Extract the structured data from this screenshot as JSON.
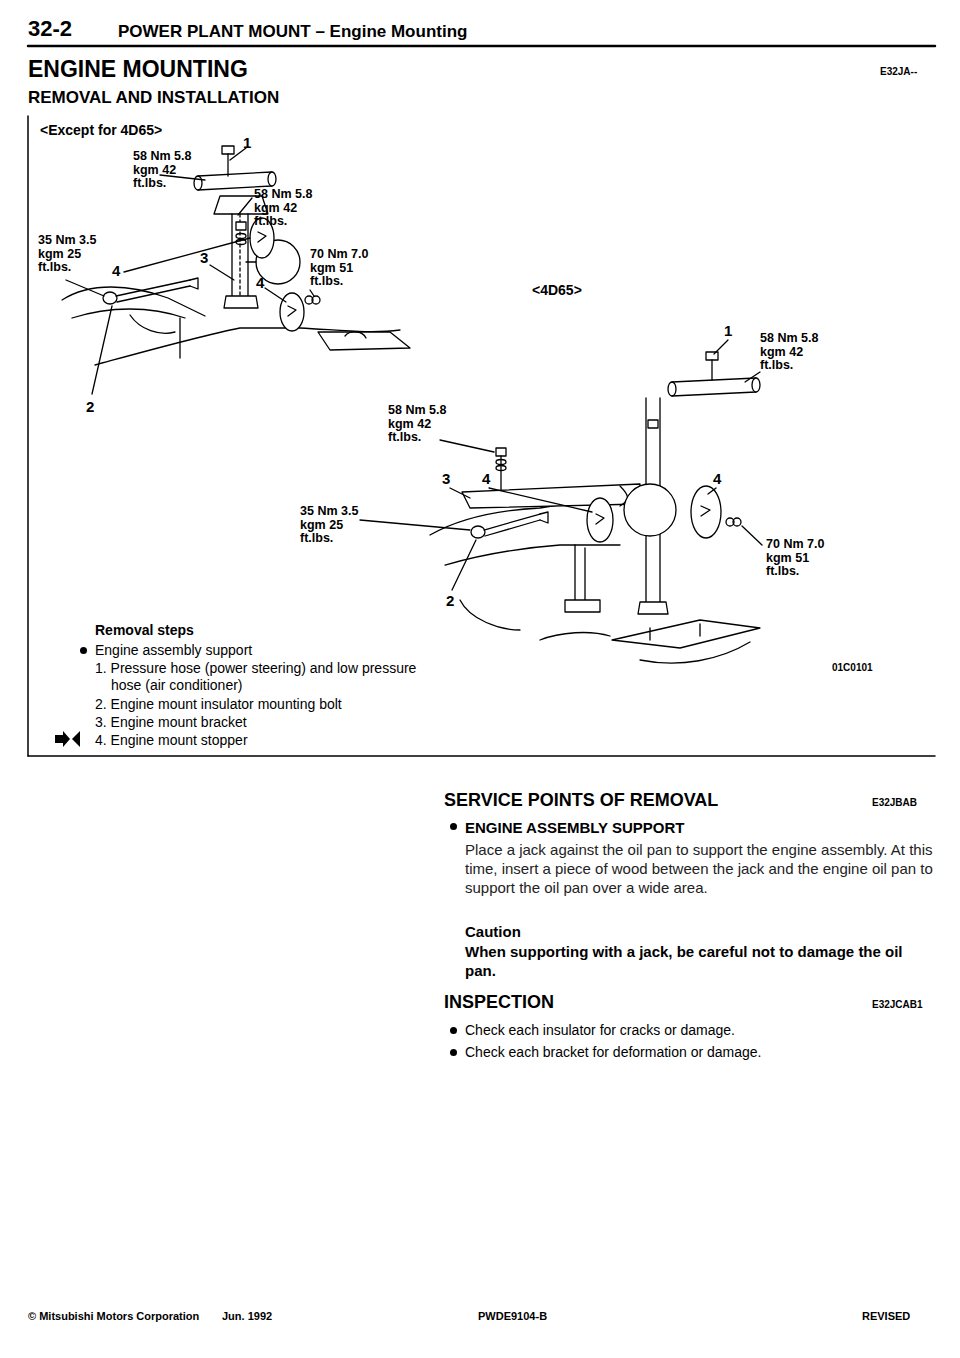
{
  "diagram": {
    "title": "ENGINE MOUNTING",
    "labels": [
      "32-2",
      "POWER PLANT MOUNT – Engine Mounting",
      "E32JA--",
      "REMOVAL AND INSTALLATION",
      "<Except for 4D65>",
      "58 Nm 5.8 kgm 42 ft.lbs.",
      "1",
      "58 Nm 5.8 kgm 42 ft.lbs.",
      "35 Nm 3.5 kgm 25 ft.lbs.",
      "3",
      "4",
      "4",
      "70 Nm 7.0 kgm 51 ft.lbs.",
      "2",
      "<4D65>",
      "1",
      "58 Nm 5.8 kgm 42 ft.lbs.",
      "58 Nm 5.8 kgm 42 ft.lbs.",
      "3",
      "4",
      "4",
      "35 Nm 3.5 kgm 25 ft.lbs.",
      "70 Nm 7.0 kgm 51 ft.lbs.",
      "2",
      "Removal steps",
      "Engine assembly support",
      "1. Pressure hose (power steering) and low pressure hose (air conditioner)",
      "2. Engine mount insulator mounting bolt",
      "3. Engine mount bracket",
      "4. Engine mount stopper",
      "01C0101",
      "SERVICE POINTS OF REMOVAL",
      "E32JBAB",
      "ENGINE ASSEMBLY SUPPORT",
      "Place a jack against the oil pan to support the engine assembly. At this time, insert a piece of wood between the jack and the engine oil pan to support the oil pan over a wide area.",
      "Caution",
      "When supporting with a jack, be careful not to damage the oil pan.",
      "INSPECTION",
      "E32JCAB1",
      "Check each insulator for cracks or damage.",
      "Check each bracket for deformation or damage.",
      "© Mitsubishi Motors Corporation",
      "Jun. 1992",
      "PWDE9104-B",
      "REVISED"
    ]
  }
}
